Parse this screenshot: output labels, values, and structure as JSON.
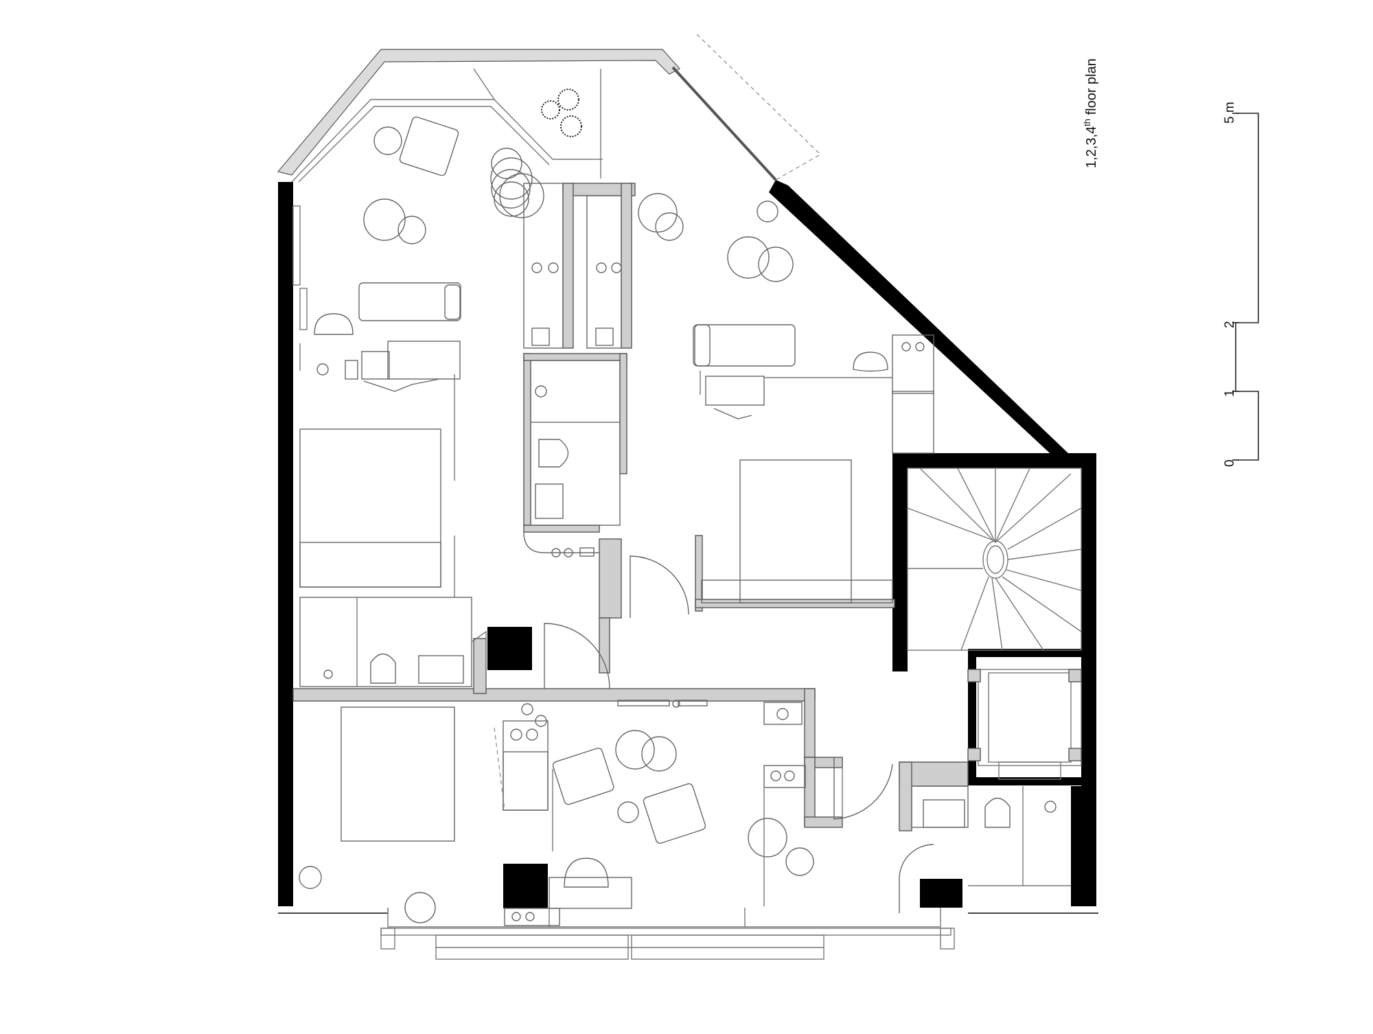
{
  "plan": {
    "title": "1,2,3,4th floor plan",
    "title_main": "1,2,3,4",
    "title_sup": "th",
    "title_tail": " floor plan"
  },
  "scale_bar": {
    "labels": [
      "0",
      "1",
      "2",
      "5 m"
    ]
  },
  "colors": {
    "wall": "#000000",
    "partition": "#cfcfcf",
    "line": "#666666",
    "background": "#ffffff"
  }
}
